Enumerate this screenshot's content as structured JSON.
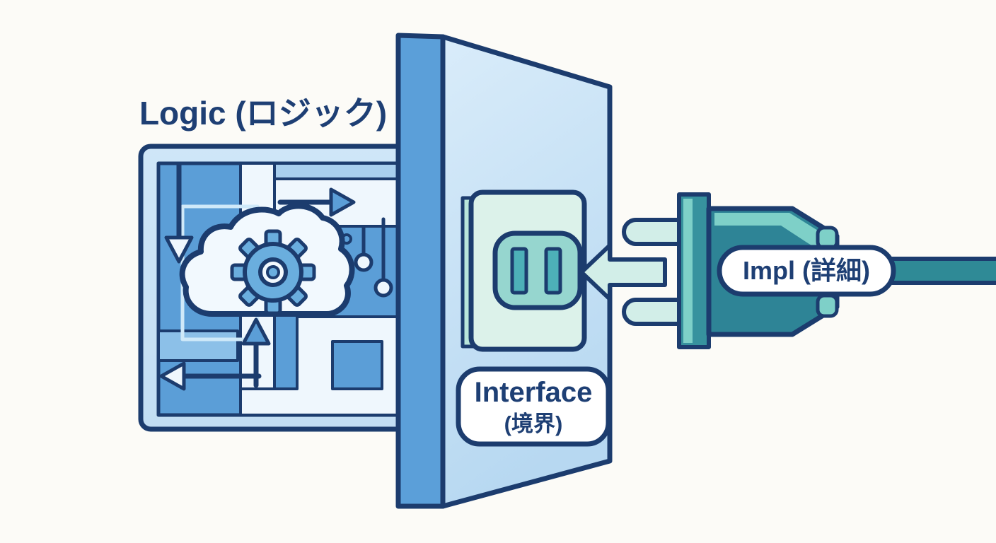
{
  "diagram": {
    "type": "concept-illustration",
    "theme": "logic-interface-implementation plug metaphor",
    "left": {
      "label": "Logic (ロジック)",
      "icons": [
        "circuit-board-icon",
        "cloud-icon",
        "gear-icon",
        "down-arrow-icon",
        "right-arrow-icon",
        "up-arrow-icon",
        "left-arrow-icon",
        "circuit-node-icon"
      ]
    },
    "middle": {
      "label_line1": "Interface",
      "label_line2": "(境界)",
      "icons": [
        "wall-icon",
        "outlet-plate-icon",
        "outlet-socket-icon",
        "socket-slot-icon"
      ]
    },
    "right": {
      "label": "Impl (詳細)",
      "icons": [
        "plug-icon",
        "plug-prong-icon",
        "cable-icon",
        "insert-arrow-icon"
      ]
    }
  },
  "palette": {
    "background": "#fcfbf7",
    "outline_navy": "#1c3c6e",
    "text_navy": "#1e3f74",
    "wall_side_blue": "#5b9fd9",
    "wall_front_blue_top": "#d9ecfa",
    "wall_front_blue_bottom": "#b7d8f1",
    "board_frame_blue": "#c9e2f5",
    "board_blue": "#5b9ed7",
    "board_blue_light": "#8cc0e8",
    "board_band_blue": "#a9cfee",
    "path_white": "#eff7fd",
    "cyan_trace": "#cfe9f9",
    "cloud_white": "#f2f9fe",
    "gear_blue": "#6aaede",
    "socket_plate_mint": "#dcf2ea",
    "socket_plate_edge": "#b9e6db",
    "socket_mint": "#96d6cf",
    "slot_teal": "#4db0b8",
    "arrow_prong_mint": "#d2eee8",
    "plug_teal_dark": "#2e8496",
    "plug_teal_mid": "#37929e",
    "plug_teal_light": "#7ed0c8",
    "cable_teal": "#2f8a96",
    "label_pill_bg": "#ffffff"
  }
}
